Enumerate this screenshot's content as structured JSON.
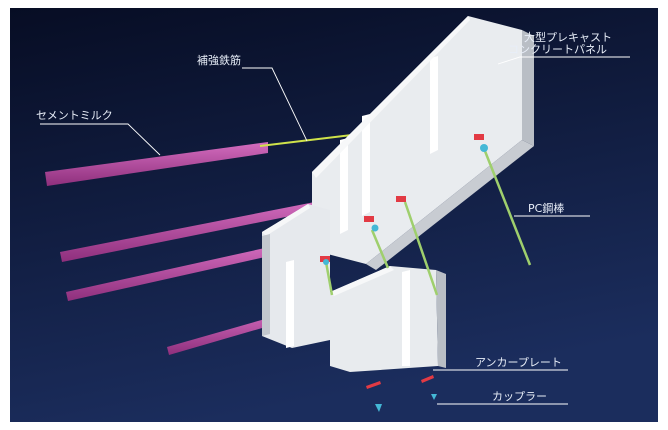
{
  "labels": {
    "panel_line1": "大型プレキャスト",
    "panel_line2": "コンクリートパネル",
    "rebar": "補強鉄筋",
    "cement_milk": "セメントミルク",
    "pc_bar": "PC鋼棒",
    "anchor_plate": "アンカープレート",
    "coupler": "カップラー"
  },
  "colors": {
    "background_top": "#070d24",
    "background_bottom": "#1b2d5d",
    "frame": "#ffffff",
    "panel": "#e9ecef",
    "panel_shade": "#b9bec5",
    "grout": "#b4479b",
    "rebar": "#cfe24a",
    "pc_bar": "#9fcf6d",
    "anchor_plate": "#e23a44",
    "coupler": "#44b8d6",
    "leader": "#ffffff"
  }
}
